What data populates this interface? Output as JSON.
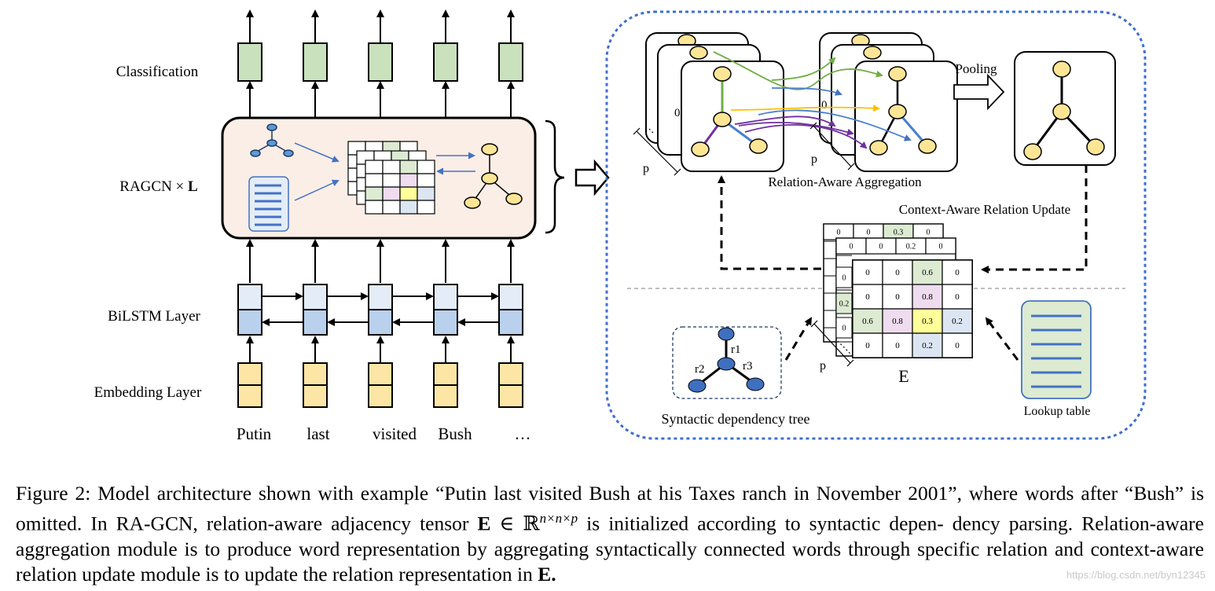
{
  "colors": {
    "classification_fill": "#c9e1bc",
    "lstm_top_fill": "#e4edf7",
    "lstm_bottom_fill": "#b9d1ec",
    "embedding_fill": "#fde6a5",
    "ragcn_panel_fill": "#fbeee6",
    "node_fill": "#fde596",
    "dep_node_fill": "#3f6fbf",
    "dashed_border": "#3f6fcf",
    "green_edge": "#70ad47",
    "purple_edge": "#7030a0",
    "yellow_edge": "#ffc000",
    "blue_edge": "#4a7fd0",
    "cell_green": "#dcebd2",
    "cell_pink": "#efdcef",
    "cell_yellow": "#ffff99",
    "cell_blue": "#dce6f2"
  },
  "left_panel": {
    "classification_label": "Classification",
    "ragcn_label_prefix": "RAGCN × ",
    "ragcn_label_bold": "L",
    "bilstm_label": "BiLSTM Layer",
    "embedding_label": "Embedding Layer",
    "tokens": [
      "Putin",
      "last",
      "visited",
      "Bush",
      "…"
    ]
  },
  "right_panel": {
    "relation_aware_label": "Relation-Aware Aggregation",
    "pooling_label": "Pooling",
    "context_aware_label": "Context-Aware Relation Update",
    "p_label": "p",
    "zero_label": "0",
    "tensor_label": "E",
    "dep_tree_label": "Syntactic dependency tree",
    "lookup_label": "Lookup table",
    "relations": [
      "r1",
      "r2",
      "r3"
    ],
    "matrix_front": [
      [
        "0",
        "0",
        "0.6",
        "0"
      ],
      [
        "0",
        "0",
        "0.8",
        "0"
      ],
      [
        "0.6",
        "0.8",
        "0.3",
        "0.2"
      ],
      [
        "0",
        "0",
        "0.2",
        "0"
      ]
    ],
    "matrix_mid_row": [
      "0",
      "0",
      "0.2",
      "0"
    ],
    "matrix_back_row": [
      "0",
      "0",
      "0.3",
      "0"
    ],
    "matrix_side_fragments": [
      "0",
      "0.2",
      "0"
    ]
  },
  "caption": {
    "l1": "Figure 2: Model architecture shown with example “Putin last visited Bush at his Taxes ranch in November 2001”, where words",
    "l2a": "after “Bush” is omitted. In RA-GCN, relation-aware adjacency tensor ",
    "l2b": " is initialized according to syntactic depen-",
    "tensor_symbol": "E",
    "member_symbol": " ∈ ℝ",
    "superscript": "n×n×p",
    "l3": "dency parsing. Relation-aware aggregation module is to produce word representation by aggregating syntactically connected",
    "l4": "words through specific relation and context-aware relation update module is to update the relation representation in ",
    "l4_end": "E."
  },
  "watermark": "https://blog.csdn.net/byn12345"
}
